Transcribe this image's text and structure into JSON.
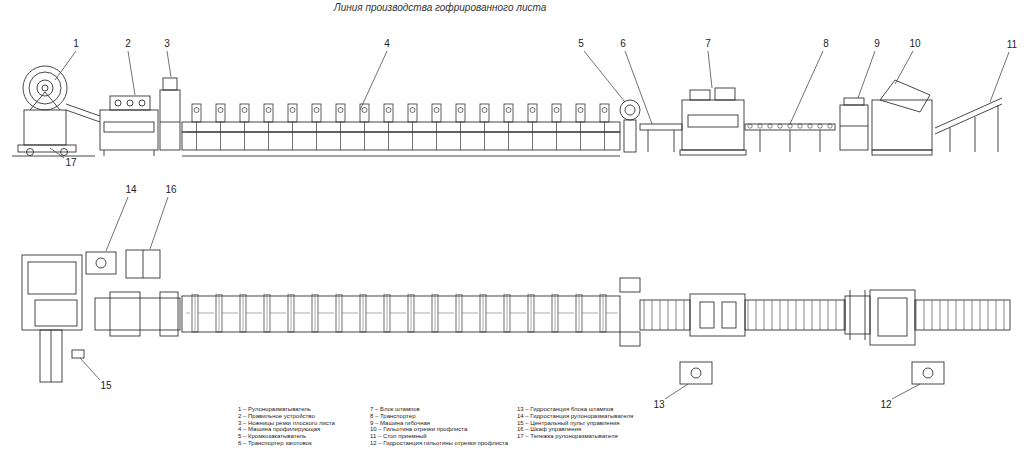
{
  "diagram": {
    "title": "Линия производства гофрированного листа",
    "labels": [
      "1",
      "2",
      "3",
      "4",
      "5",
      "6",
      "7",
      "8",
      "9",
      "10",
      "11",
      "17",
      "14",
      "16",
      "15",
      "13",
      "12",
      "1 – Рулоноразматыватель",
      "2 – Правильное устройство",
      "3 – Ножницы резки плоского листа",
      "4 – Машина профилирующая",
      "5 – Кромкозакатыватель",
      "6 – Транспортер заготовок",
      "7 – Блок штампов",
      "8 – Транспортер",
      "9 – Машина гибочная",
      "10 – Гильотина отрезки профлиста",
      "11 – Стол приемный",
      "12 – Гидростанция гильотины отрезки профлиста",
      "13 – Гидростанция блока штампов",
      "14 – Гидростанция рулоноразматывателя",
      "15 – Центральный пульт управления",
      "16 – Шкаф управления",
      "17 – Тележка рулоноразматывателя"
    ]
  }
}
